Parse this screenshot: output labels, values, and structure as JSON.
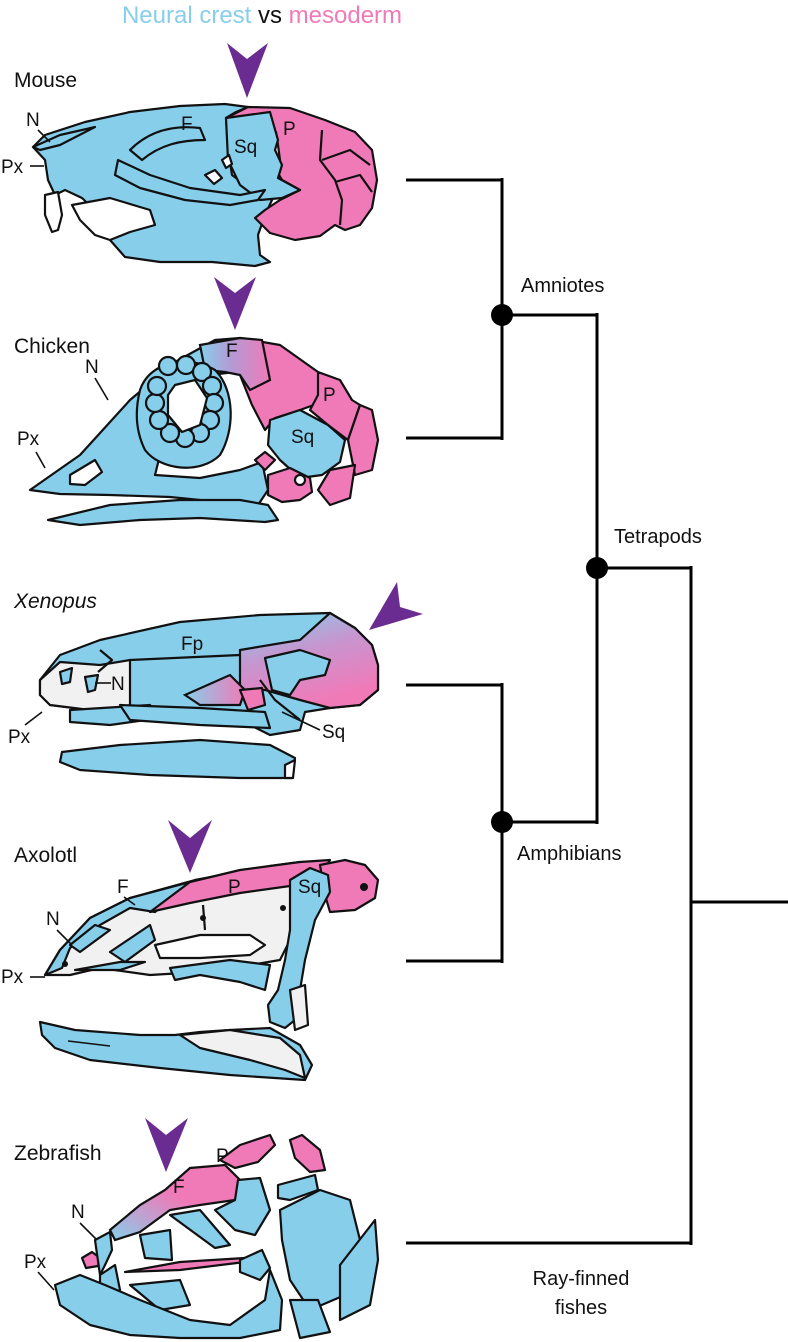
{
  "title": {
    "part1": "Neural crest",
    "part2": " vs ",
    "part3": "mesoderm"
  },
  "colors": {
    "neural_crest": "#87ceeb",
    "mesoderm": "#f07ab8",
    "arrowhead": "#6a2c91",
    "unlabeled_bone": "#f1f1f1",
    "outline": "#111111"
  },
  "species": [
    {
      "name": "Mouse",
      "italic": false,
      "bone_labels": [
        "N",
        "Px",
        "F",
        "Sq",
        "P"
      ]
    },
    {
      "name": "Chicken",
      "italic": false,
      "bone_labels": [
        "N",
        "Px",
        "F",
        "P",
        "Sq"
      ]
    },
    {
      "name": "Xenopus",
      "italic": true,
      "bone_labels": [
        "Fp",
        "N",
        "Px",
        "Sq"
      ]
    },
    {
      "name": "Axolotl",
      "italic": false,
      "bone_labels": [
        "F",
        "N",
        "Px",
        "P",
        "Sq"
      ]
    },
    {
      "name": "Zebrafish",
      "italic": false,
      "bone_labels": [
        "P",
        "F",
        "N",
        "Px"
      ]
    }
  ],
  "clades": {
    "amniotes": "Amniotes",
    "tetrapods": "Tetrapods",
    "amphibians": "Amphibians",
    "ray_finned_line1": "Ray-finned",
    "ray_finned_line2": "fishes"
  },
  "tree": {
    "topology": "((Mouse,Chicken)Amniotes,(Xenopus,Axolotl)Amphibians)Tetrapods,Zebrafish",
    "nodes_marked": [
      "Amniotes",
      "Tetrapods",
      "Amphibians"
    ]
  }
}
